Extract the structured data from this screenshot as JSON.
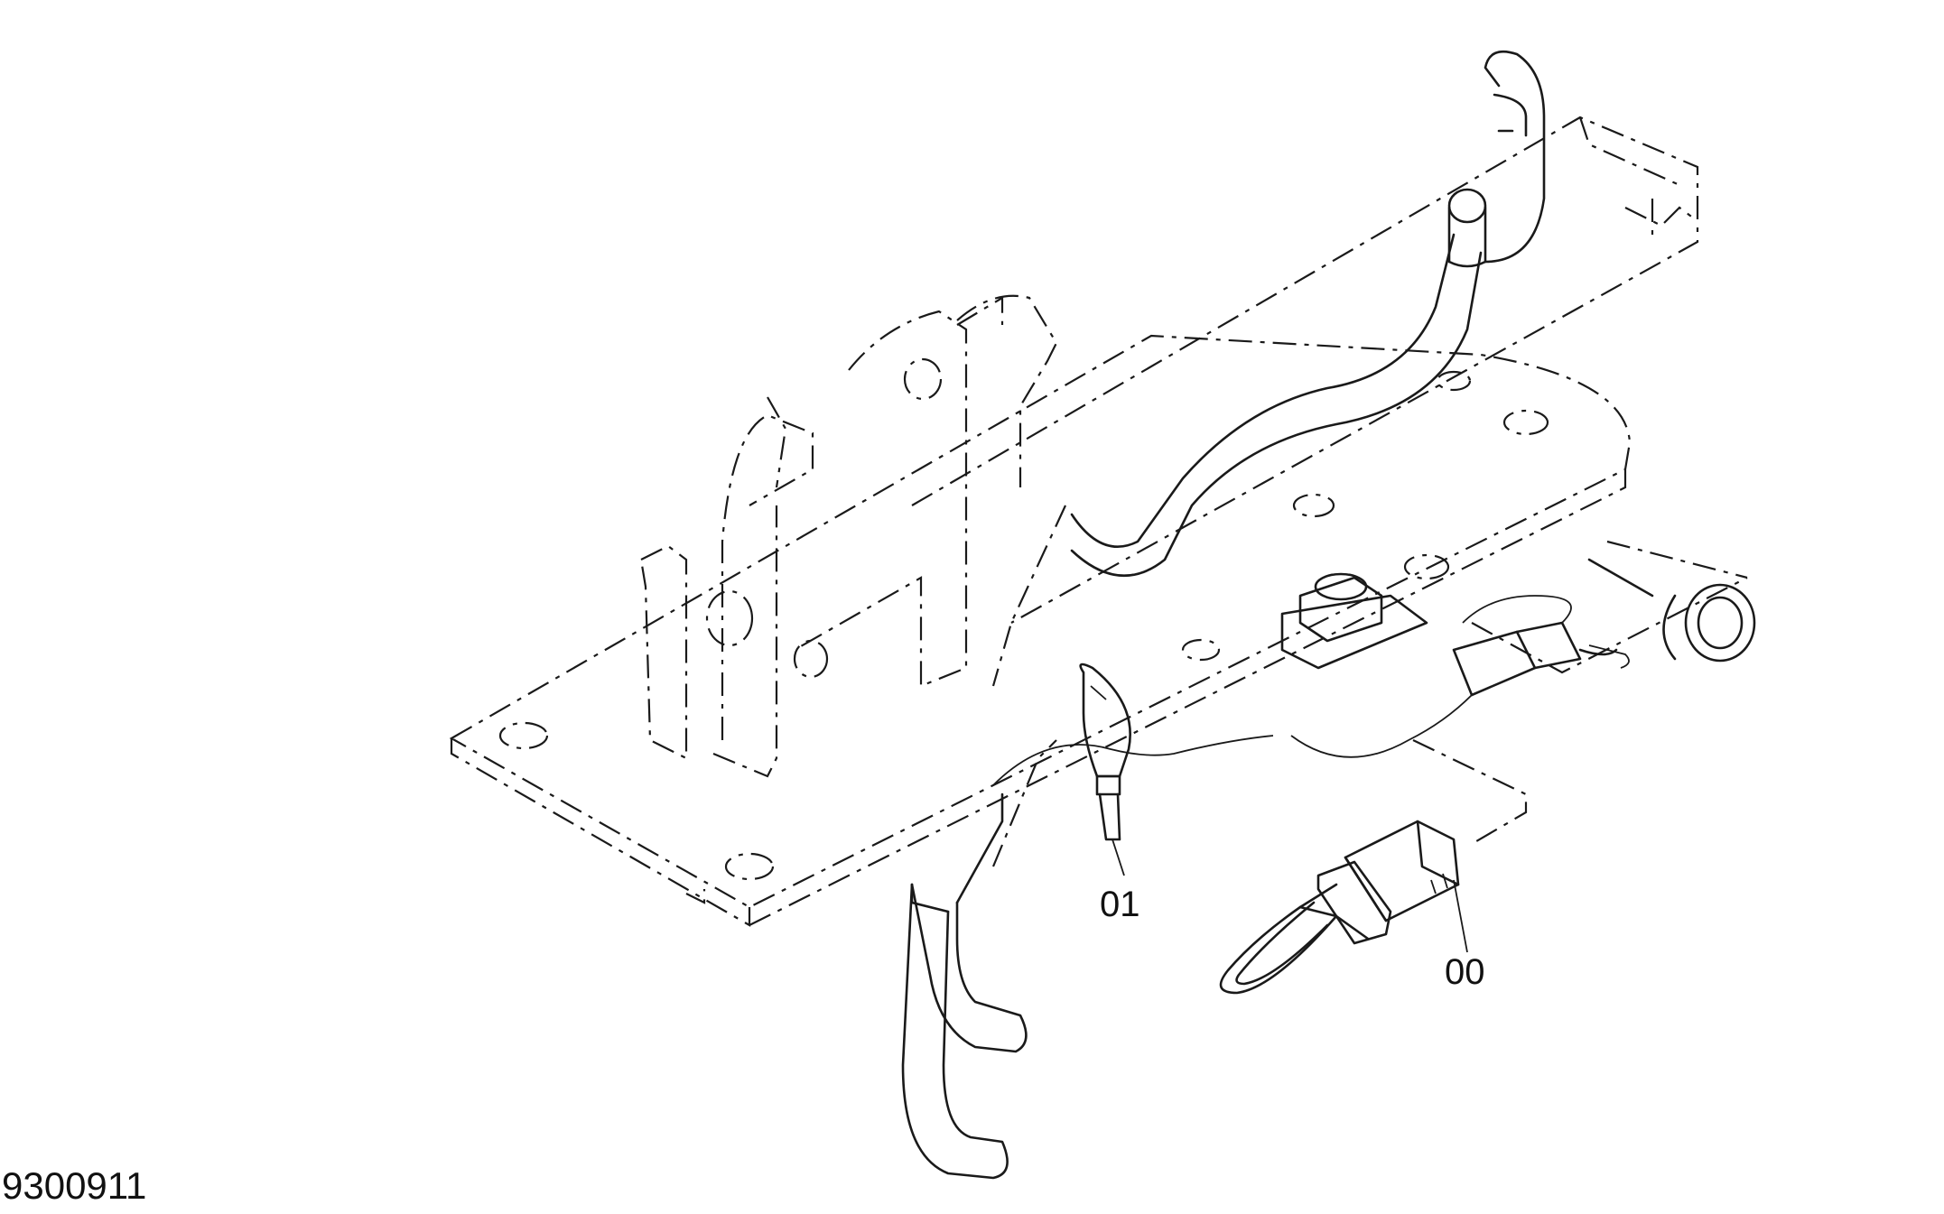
{
  "drawing": {
    "number": "9300911",
    "callouts": [
      {
        "id": "part-01",
        "label": "01"
      },
      {
        "id": "part-00",
        "label": "00"
      }
    ]
  },
  "colors": {
    "line": "#1a1a1a",
    "background": "#ffffff"
  }
}
